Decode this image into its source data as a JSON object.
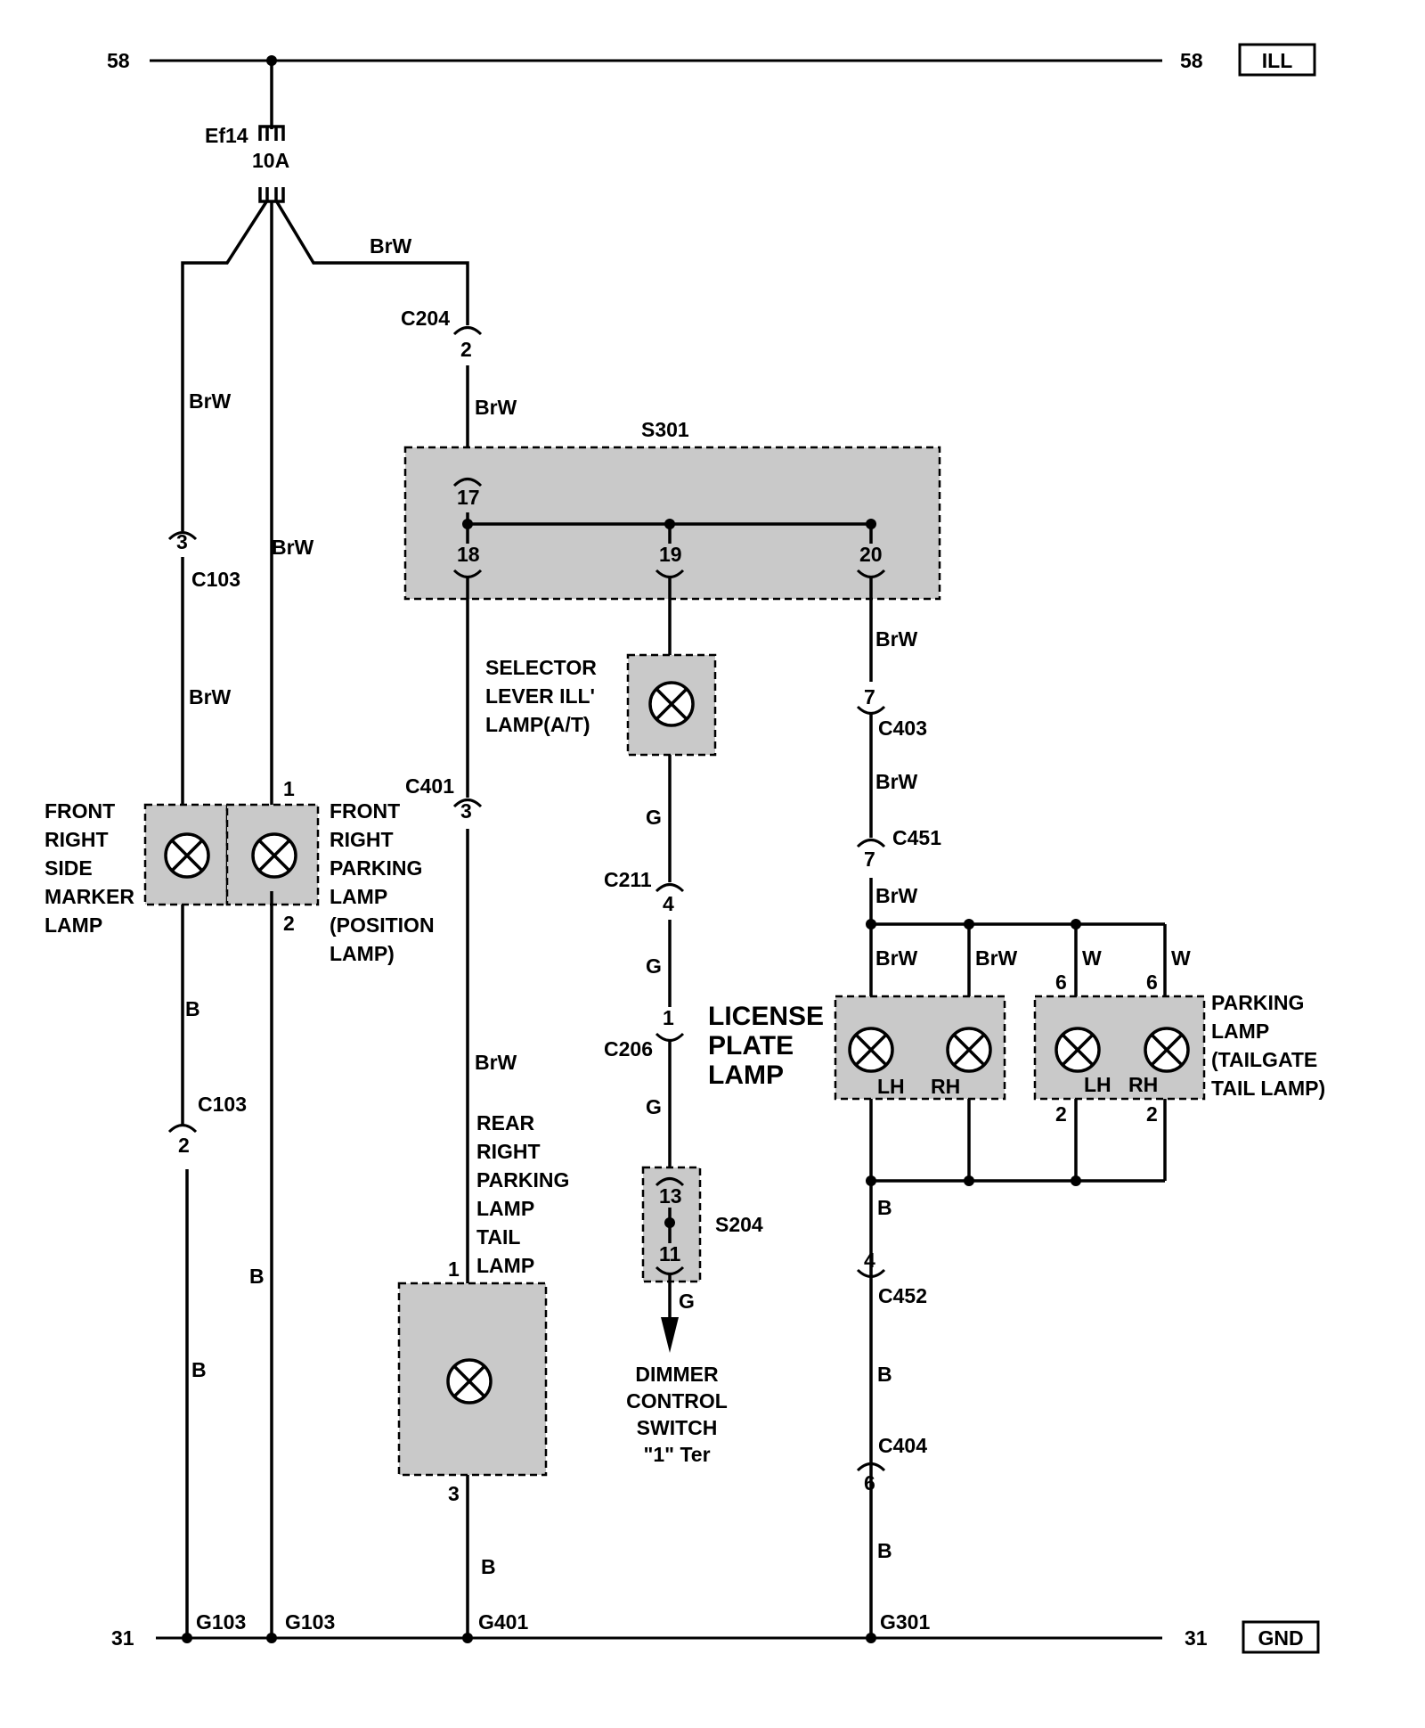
{
  "rails": {
    "top_left_num": "58",
    "top_right_num": "58",
    "top_badge": "ILL",
    "bottom_left_num": "31",
    "bottom_right_num": "31",
    "bottom_badge": "GND"
  },
  "fuse": {
    "name": "Ef14",
    "rating": "10A"
  },
  "wires": {
    "brw": "BrW",
    "b": "B",
    "g": "G",
    "w": "W"
  },
  "connectors": {
    "c204": "C204",
    "c204_pin": "2",
    "c103_top": "C103",
    "c103_top_pin": "3",
    "c103_bot": "C103",
    "c103_bot_pin": "2",
    "c401": "C401",
    "c401_pin": "3",
    "c211": "C211",
    "c211_pin": "4",
    "c206": "C206",
    "c206_pin": "1",
    "c403": "C403",
    "c403_pin": "7",
    "c451": "C451",
    "c451_pin": "7",
    "c452": "C452",
    "c452_pin": "4",
    "c404": "C404",
    "c404_pin": "6"
  },
  "splices": {
    "s301": "S301",
    "s301_pins": [
      "17",
      "18",
      "19",
      "20"
    ],
    "s204": "S204",
    "s204_pins": [
      "13",
      "11"
    ]
  },
  "components": {
    "front_side_marker": [
      "FRONT",
      "RIGHT",
      "SIDE",
      "MARKER",
      "LAMP"
    ],
    "front_parking": [
      "FRONT",
      "RIGHT",
      "PARKING",
      "LAMP",
      "(POSITION",
      "LAMP)"
    ],
    "front_parking_pin_top": "1",
    "front_parking_pin_bot": "2",
    "rear_parking": [
      "REAR",
      "RIGHT",
      "PARKING",
      "LAMP",
      "TAIL",
      "LAMP"
    ],
    "rear_parking_pin_top": "1",
    "rear_parking_pin_bot": "3",
    "selector": [
      "SELECTOR",
      "LEVER ILL'",
      "LAMP(A/T)"
    ],
    "license_plate": [
      "LICENSE",
      "PLATE",
      "LAMP"
    ],
    "license_lh": "LH",
    "license_rh": "RH",
    "parking_tailgate": [
      "PARKING",
      "LAMP",
      "(TAILGATE",
      "TAIL LAMP)"
    ],
    "tailgate_lh": "LH",
    "tailgate_rh": "RH",
    "tailgate_pin_top": "6",
    "tailgate_pin_bot": "2",
    "dimmer": [
      "DIMMER",
      "CONTROL",
      "SWITCH",
      "\"1\" Ter"
    ]
  },
  "grounds": {
    "g103a": "G103",
    "g103b": "G103",
    "g401": "G401",
    "g301": "G301"
  }
}
